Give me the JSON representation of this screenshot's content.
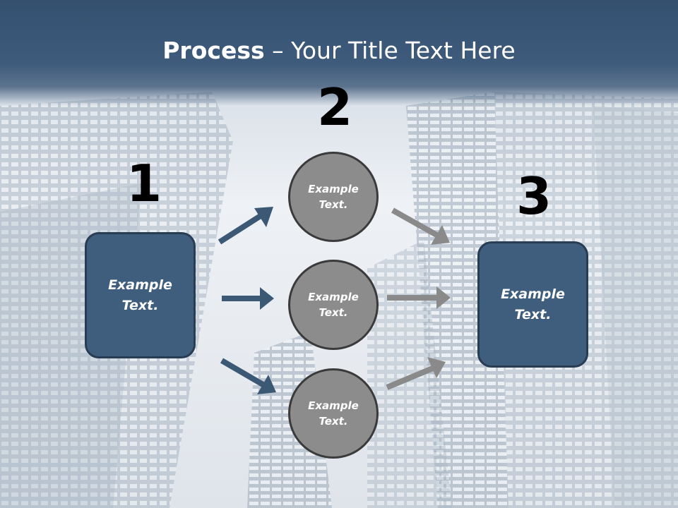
{
  "title": {
    "bold": "Process",
    "rest": " – Your Title Text Here"
  },
  "steps": {
    "one": {
      "number": "1",
      "text": "Example Text."
    },
    "two": {
      "number": "2"
    },
    "three": {
      "number": "3",
      "text": "Example Text."
    }
  },
  "circles": [
    {
      "text": "Example Text."
    },
    {
      "text": "Example Text."
    },
    {
      "text": "Example Text."
    }
  ],
  "colors": {
    "header": "#3e5b7c",
    "box_fill": "#3f5e7e",
    "circle_fill": "#8c8c8c",
    "left_arrows": "#3b5875",
    "right_arrows": "#8a8a8a"
  }
}
